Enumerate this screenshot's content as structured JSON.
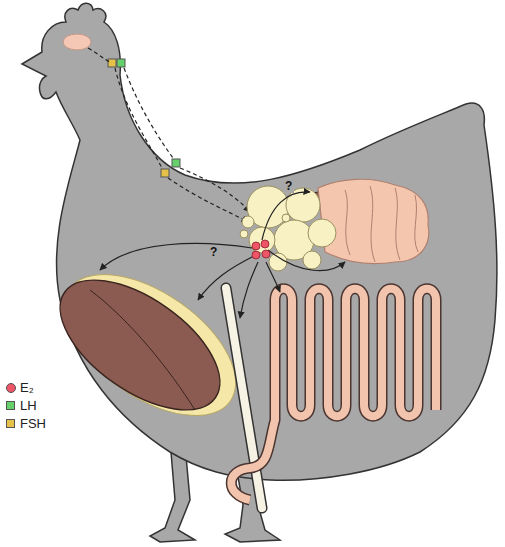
{
  "diagram": {
    "labels": [
      "?",
      "?"
    ],
    "legend": [
      {
        "text": "E₂",
        "color": "#ee5566"
      },
      {
        "text": "LH",
        "color": "#66d06a"
      },
      {
        "text": "FSH",
        "color": "#e6c24a"
      }
    ]
  }
}
